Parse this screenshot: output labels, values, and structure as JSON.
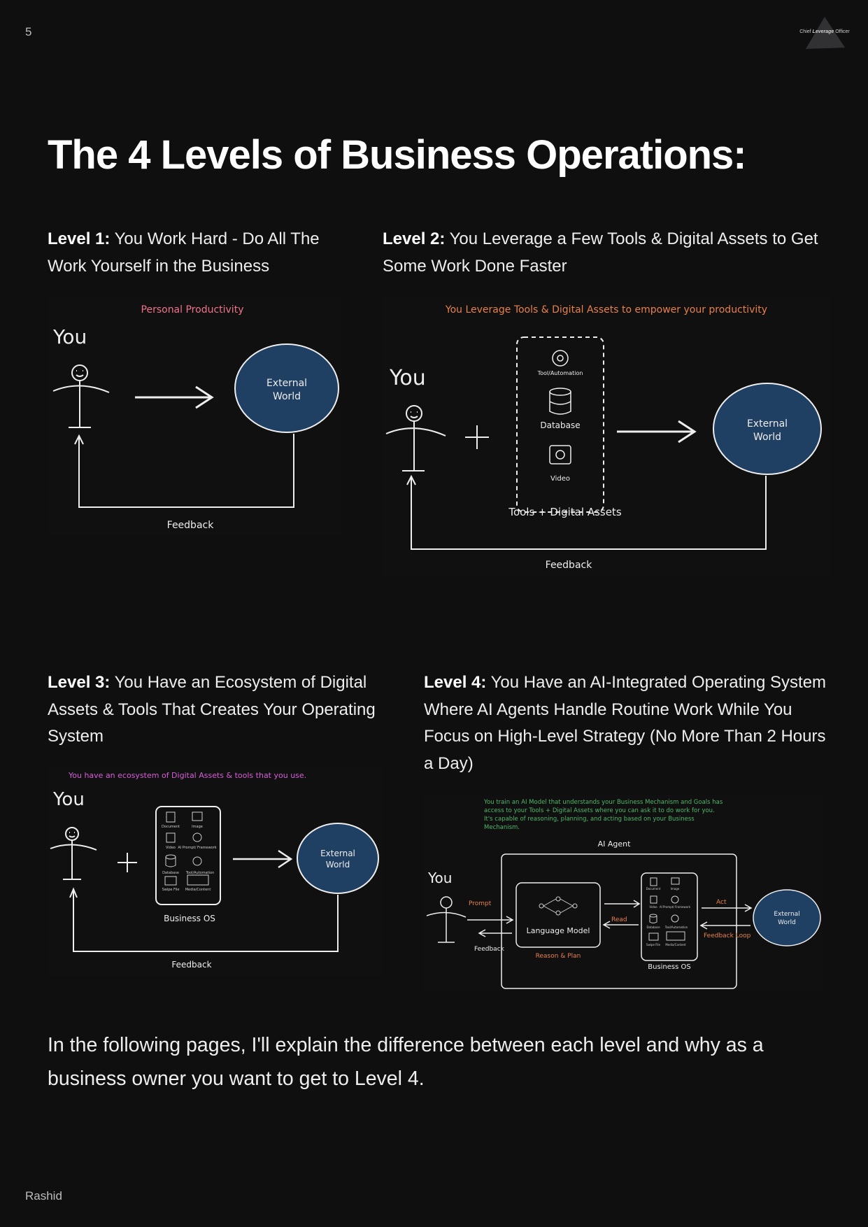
{
  "page_number": "5",
  "logo": {
    "text_pre": "Chief ",
    "text_bold": "Leverage",
    "text_post": " Officer"
  },
  "title": "The 4 Levels of Business Operations:",
  "levels": [
    {
      "label": "Level 1:",
      "text": "You Work Hard - Do All The Work Yourself in the Business"
    },
    {
      "label": "Level 2:",
      "text": "You Leverage a Few Tools & Digital Assets to Get Some Work Done Faster"
    },
    {
      "label": "Level 3:",
      "text": "You Have an Ecosystem of Digital Assets & Tools That Creates Your Operating System"
    },
    {
      "label": "Level 4:",
      "text": "You Have an AI-Integrated Operating System Where AI Agents Handle Routine Work While You Focus on High-Level Strategy (No More Than 2 Hours a Day)"
    }
  ],
  "diagram1": {
    "caption": "Personal Productivity",
    "you": "You",
    "world_line1": "External",
    "world_line2": "World",
    "feedback": "Feedback"
  },
  "diagram2": {
    "caption": "You Leverage Tools & Digital Assets to empower your productivity",
    "you": "You",
    "tool": "Tool/Automation",
    "database": "Database",
    "video": "Video",
    "group_label": "Tools + Digital Assets",
    "world_line1": "External",
    "world_line2": "World",
    "feedback": "Feedback"
  },
  "diagram3": {
    "caption": "You have an ecosystem of Digital Assets & tools that you use.",
    "you": "You",
    "items": [
      "Document",
      "Image",
      "Video",
      "AI Prompt/ Framework",
      "Database",
      "Tool/Automation",
      "Swipe File",
      "Media/Content"
    ],
    "os_label": "Business OS",
    "world_line1": "External",
    "world_line2": "World",
    "feedback": "Feedback"
  },
  "diagram4": {
    "caption_line1": "You train an AI Model that understands your Business Mechanism and Goals has",
    "caption_line2": "access to your Tools + Digital Assets where you can ask it to do work for you.",
    "caption_line3": "It's capable of reasoning, planning, and acting based on your Business",
    "caption_line4": "Mechanism.",
    "agent_label": "AI Agent",
    "you": "You",
    "prompt": "Prompt",
    "feedback": "Feedback",
    "model": "Language Model",
    "reason": "Reason & Plan",
    "read": "Read",
    "act": "Act",
    "feedback_loop": "Feedback Loop",
    "os_label": "Business OS",
    "items": [
      "Document",
      "Image",
      "Video",
      "AI Prompt/ Framework",
      "Database",
      "Tool/Automation",
      "Swipe File",
      "Media/Content"
    ],
    "world_line1": "External",
    "world_line2": "World"
  },
  "closing": "In the following pages, I'll explain the difference between each level and why as a business owner you want to get to Level 4.",
  "author": "Rashid",
  "colors": {
    "background": "#0f0f10",
    "world_fill": "#1f3f63",
    "caption_pink": "#f0728a",
    "caption_orange": "#e8804a",
    "caption_magenta": "#d65fd6",
    "caption_green": "#4fb86a"
  }
}
